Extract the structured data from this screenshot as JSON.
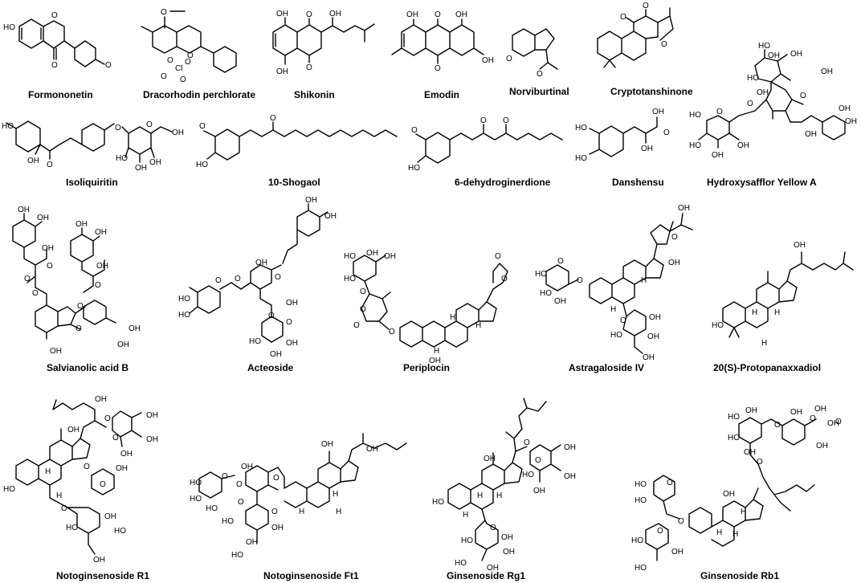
{
  "compounds": [
    {
      "name": "Formononetin",
      "atoms": [
        "HO",
        "O",
        "O",
        "O"
      ]
    },
    {
      "name": "Dracorhodin perchlorate",
      "atoms": [
        "O",
        "O",
        "Cl",
        "O",
        "O",
        "O",
        "O"
      ]
    },
    {
      "name": "Shikonin",
      "atoms": [
        "OH",
        "O",
        "OH",
        "O",
        "OH"
      ]
    },
    {
      "name": "Emodin",
      "atoms": [
        "OH",
        "O",
        "OH",
        "O",
        "OH"
      ]
    },
    {
      "name": "Norviburtinal",
      "atoms": [
        "O",
        "O"
      ]
    },
    {
      "name": "Cryptotanshinone",
      "atoms": [
        "O",
        "O",
        "O"
      ]
    },
    {
      "name": "Isoliquiritin",
      "atoms": [
        "HO",
        "OH",
        "O",
        "O",
        "O",
        "OH",
        "HO",
        "OH",
        "OH"
      ]
    },
    {
      "name": "10-Shogaol",
      "atoms": [
        "O",
        "O",
        "HO"
      ]
    },
    {
      "name": "6-dehydroginerdione",
      "atoms": [
        "O",
        "O",
        "O",
        "HO"
      ]
    },
    {
      "name": "Danshensu",
      "atoms": [
        "HO",
        "HO",
        "OH",
        "OH",
        "O"
      ]
    },
    {
      "name": "Hydroxysafflor Yellow A",
      "atoms": [
        "HO",
        "OH",
        "OH",
        "OH",
        "HO",
        "OH",
        "O",
        "O",
        "OH",
        "HO",
        "O",
        "OH",
        "HO",
        "OH",
        "OH",
        "OH"
      ]
    },
    {
      "name": "Salvianolic acid B",
      "atoms": [
        "OH",
        "OH",
        "OH",
        "OH",
        "O",
        "OH",
        "O",
        "O",
        "O",
        "O",
        "OH",
        "OH",
        "O",
        "OH",
        "OH"
      ]
    },
    {
      "name": "Acteoside",
      "atoms": [
        "OH",
        "OH",
        "OH",
        "O",
        "HO",
        "HO",
        "O",
        "O",
        "OH",
        "O",
        "O",
        "HO",
        "OH",
        "OH"
      ]
    },
    {
      "name": "Periplocin",
      "atoms": [
        "O",
        "O",
        "HO",
        "OH",
        "HO",
        "O",
        "OH",
        "O",
        "O",
        "H",
        "H",
        "H",
        "OH",
        "O"
      ]
    },
    {
      "name": "Astragaloside IV",
      "atoms": [
        "OH",
        "O",
        "OH",
        "HO",
        "O",
        "O",
        "HO",
        "OH",
        "H",
        "H",
        "O",
        "OH",
        "HO",
        "OH",
        "OH"
      ]
    },
    {
      "name": "20(S)-Protopanaxxadiol",
      "atoms": [
        "OH",
        "HO",
        "H",
        "H",
        "H"
      ]
    },
    {
      "name": "Notoginsenoside R1",
      "atoms": [
        "OH",
        "O",
        "OH",
        "O",
        "OH",
        "OH",
        "OH",
        "HO",
        "H",
        "H",
        "O",
        "O",
        "O",
        "OH",
        "HO",
        "OH",
        "HO",
        "OH"
      ]
    },
    {
      "name": "Notoginsenoside Ft1",
      "atoms": [
        "OH",
        "OH",
        "HO",
        "O",
        "HO",
        "O",
        "O",
        "HO",
        "OH",
        "O",
        "O",
        "HO",
        "OH",
        "OH",
        "HO",
        "H",
        "H",
        "H"
      ]
    },
    {
      "name": "Ginsenoside Rg1",
      "atoms": [
        "OH",
        "O",
        "O",
        "OH",
        "HO",
        "OH",
        "OH",
        "HO",
        "H",
        "H",
        "H",
        "O",
        "HO",
        "OH",
        "OH",
        "HO",
        "OH"
      ]
    },
    {
      "name": "Ginsenoside Rb1",
      "atoms": [
        "HO",
        "OH",
        "HO",
        "OH",
        "O",
        "O",
        "OH",
        "O",
        "OH",
        "OH",
        "O",
        "OH",
        "HO",
        "O",
        "O",
        "HO",
        "H",
        "H",
        "H",
        "OH",
        "HO",
        "O",
        "OH",
        "HO"
      ]
    }
  ]
}
